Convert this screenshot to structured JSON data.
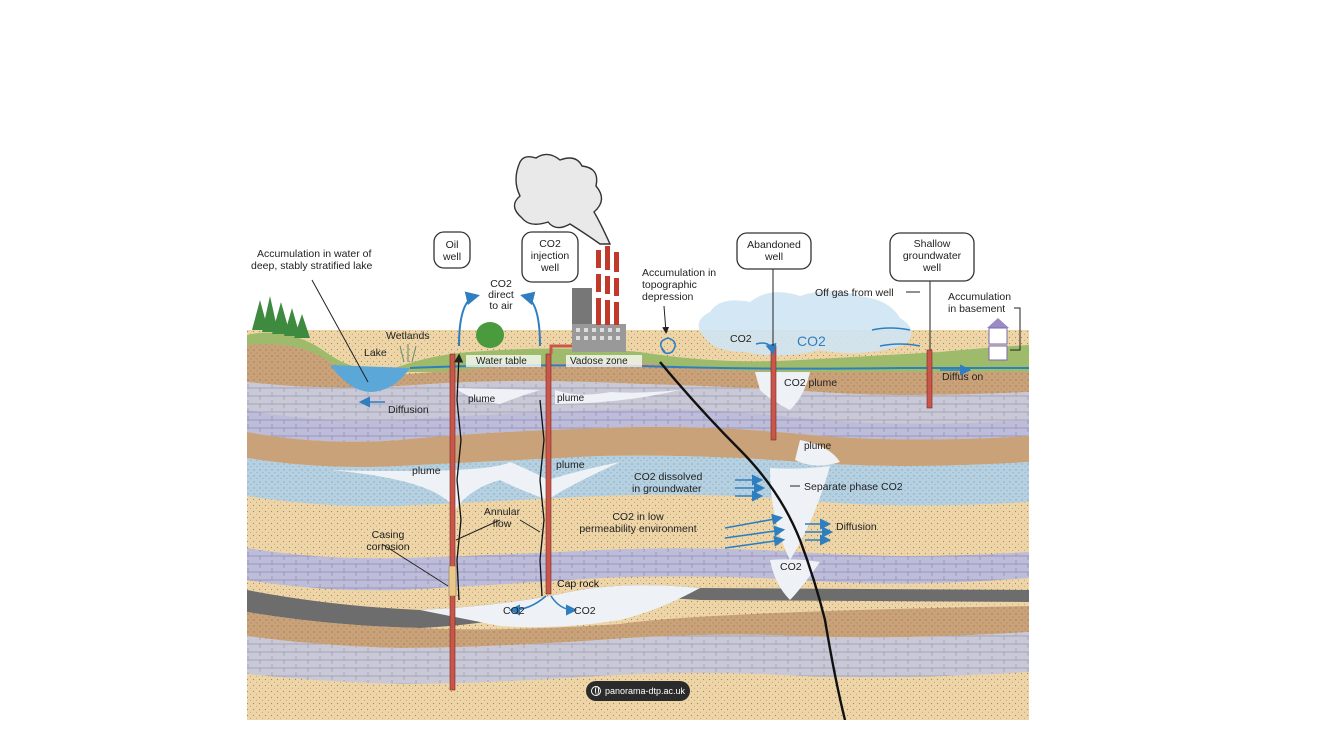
{
  "labels": {
    "lake_accumulation": [
      "Accumulation in water of",
      "deep, stably stratified lake"
    ],
    "oil_well": [
      "Oil",
      "well"
    ],
    "injection_well": [
      "CO2",
      "injection",
      "well"
    ],
    "co2_direct": [
      "CO2",
      "direct",
      "to air"
    ],
    "topo_depression": [
      "Accumulation in",
      "topographic",
      "depression"
    ],
    "abandoned_well": [
      "Abandoned",
      "well"
    ],
    "shallow_well": [
      "Shallow",
      "groundwater",
      "well"
    ],
    "off_gas": "Off gas from well",
    "basement": [
      "Accumulation",
      "in basement"
    ],
    "wetlands": "Wetlands",
    "lake": "Lake",
    "water_table": "Water table",
    "vadose_zone": "Vadose zone",
    "co2_plume": "CO2 plume",
    "diffusion_top_right": "Diffus on",
    "diffusion_left": "Diffusion",
    "plume": "plume",
    "plume_right": "plume",
    "co2_dissolved": [
      "CO2 dissolved",
      "in groundwater"
    ],
    "separate_phase": "Separate phase CO2",
    "annular_flow": [
      "Annular",
      "flow"
    ],
    "co2_low_perm": [
      "CO2 in low",
      "permeability environment"
    ],
    "diffusion_right": "Diffusion",
    "casing_corrosion": [
      "Casing",
      "corrosion"
    ],
    "cap_rock": "Cap rock",
    "co2": "CO2",
    "co2_big": "CO2"
  },
  "watermark": "panorama-dtp.ac.uk",
  "colors": {
    "sand": "#edd5a8",
    "brown": "#c9a27a",
    "blue_layer": "#a9c8dc",
    "lavender": "#b9b7d6",
    "grey_band": "#6d6d6d",
    "well_pipe": "#c8564a",
    "water": "#2f7fc0",
    "grass": "#9dbb6a"
  }
}
